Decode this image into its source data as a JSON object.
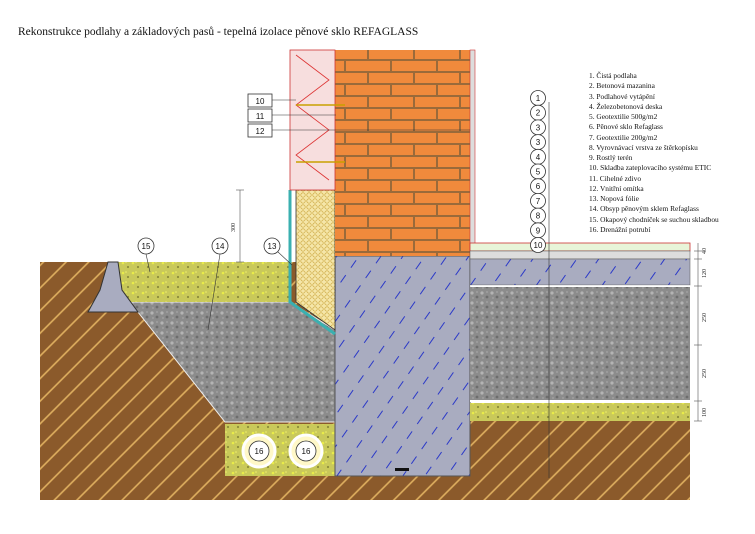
{
  "title": "Rekonstrukce podlahy a základových pasů - tepelná izolace pěnové sklo REFAGLASS",
  "legend": [
    "1. Čistá podlaha",
    "2. Betonová mazanina",
    "3. Podlahové vytápění",
    "4. Železobetonová deska",
    "5. Geotextilie 500g/m2",
    "6. Pěnové sklo Refaglass",
    "7. Geotextilie 200g/m2",
    "8. Vyrovnávací vrstva ze štěrkopísku",
    "9. Rostlý terén",
    "10. Skladba zateplovacího systému ETIC",
    "11. Cihelné zdivo",
    "12.  Vnitřní omítka",
    "13. Nopová fólie",
    "14. Obsyp pěnovým sklem Refaglass",
    "15. Okapový chodníček se suchou skladbou",
    "16. Drenážní potrubí"
  ],
  "callouts": {
    "left": [
      "10",
      "11",
      "12"
    ],
    "mid": [
      "15",
      "14",
      "13"
    ],
    "drain": [
      "16",
      "16"
    ],
    "right": [
      "1",
      "2",
      "3",
      "3",
      "4",
      "5",
      "6",
      "7",
      "8",
      "9",
      "10"
    ]
  },
  "dimensions": {
    "left": "300",
    "right": [
      "40",
      "120",
      "250",
      "250",
      "100"
    ]
  },
  "colors": {
    "soil": "#8b5a2b",
    "brick": "#f08a3c",
    "concrete": "#a9acc0",
    "foamglass": "#8c8c8c",
    "gravel_yellow": "#d6d46a",
    "insulation": "#f5e6a8",
    "etics": "#f3d2d2"
  }
}
